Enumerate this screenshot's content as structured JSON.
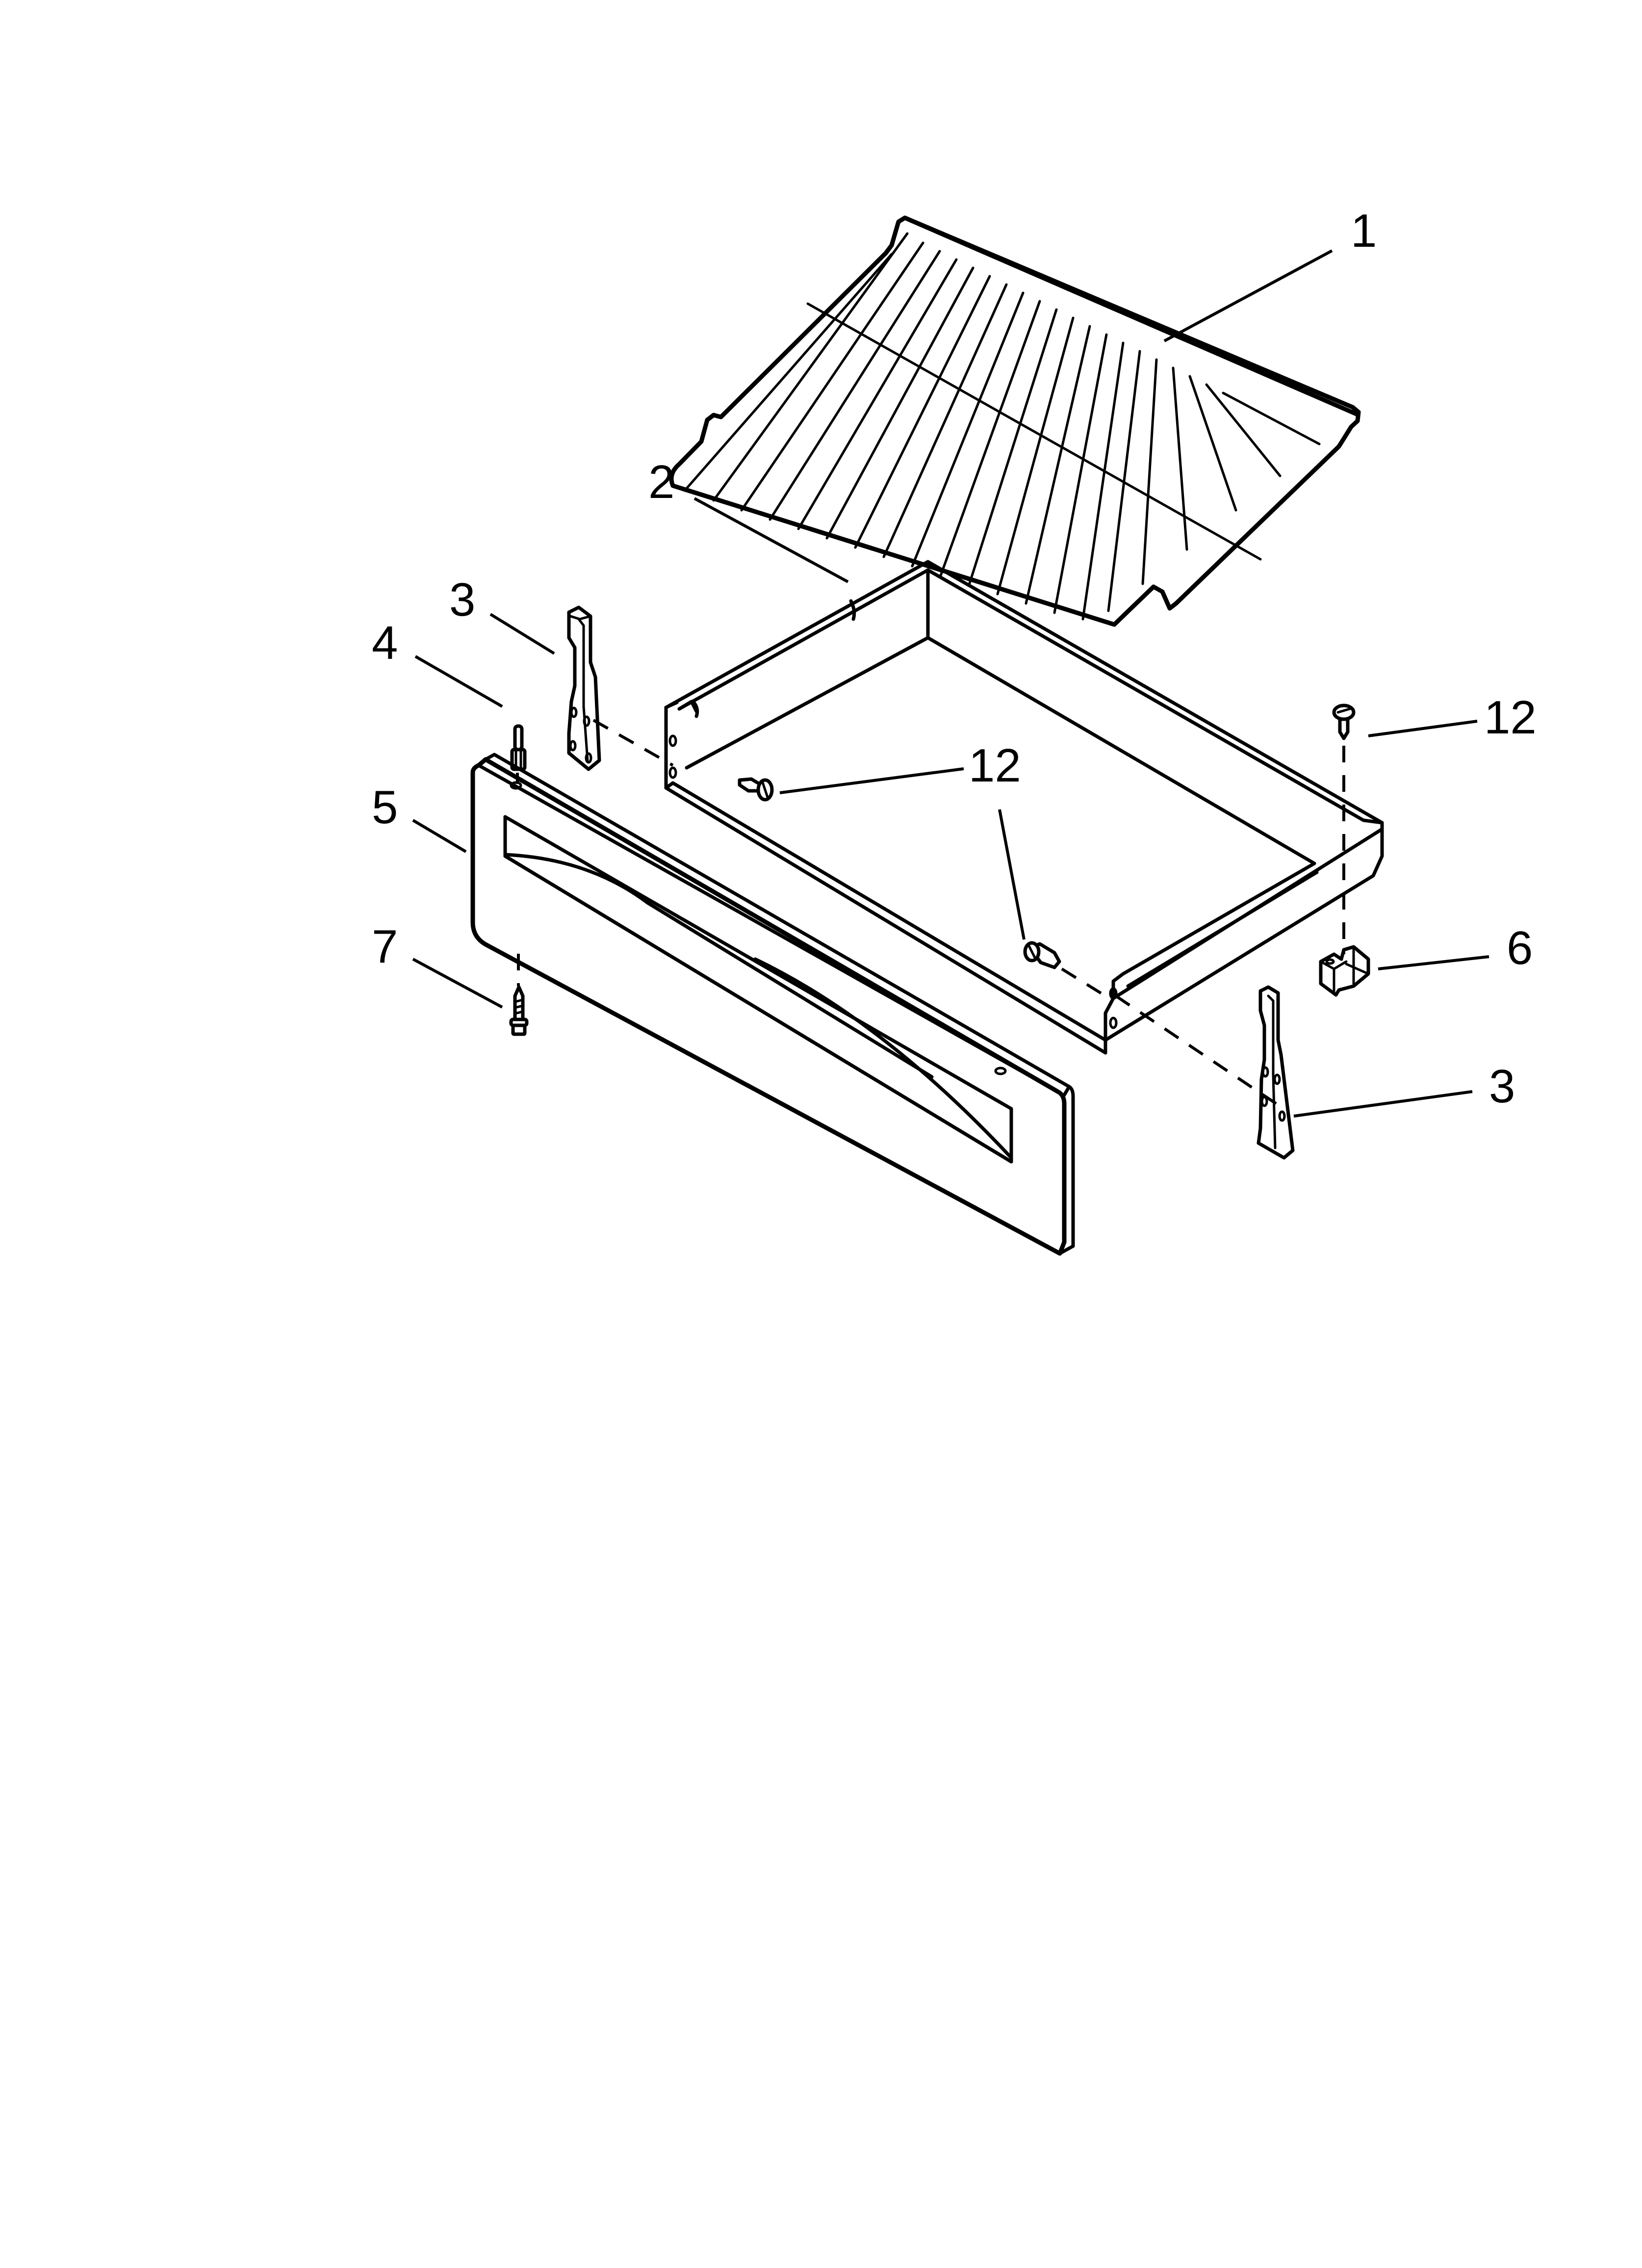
{
  "diagram": {
    "type": "exploded-parts-diagram",
    "subject": "range drawer and broiler assembly",
    "background_color": "#ffffff",
    "line_color": "#000000",
    "parts": [
      {
        "callout": "1",
        "name": "oven rack"
      },
      {
        "callout": "2",
        "name": "drawer body"
      },
      {
        "callout": "3",
        "name": "drawer slide bracket",
        "count_shown": 2
      },
      {
        "callout": "4",
        "name": "pin"
      },
      {
        "callout": "5",
        "name": "drawer front panel"
      },
      {
        "callout": "6",
        "name": "clip"
      },
      {
        "callout": "7",
        "name": "screw"
      },
      {
        "callout": "12",
        "name": "screw",
        "count_shown": 3
      }
    ],
    "labels": {
      "l1": "1",
      "l2": "2",
      "l3a": "3",
      "l3b": "3",
      "l4": "4",
      "l5": "5",
      "l6": "6",
      "l7": "7",
      "l12a": "12",
      "l12b": "12"
    }
  }
}
